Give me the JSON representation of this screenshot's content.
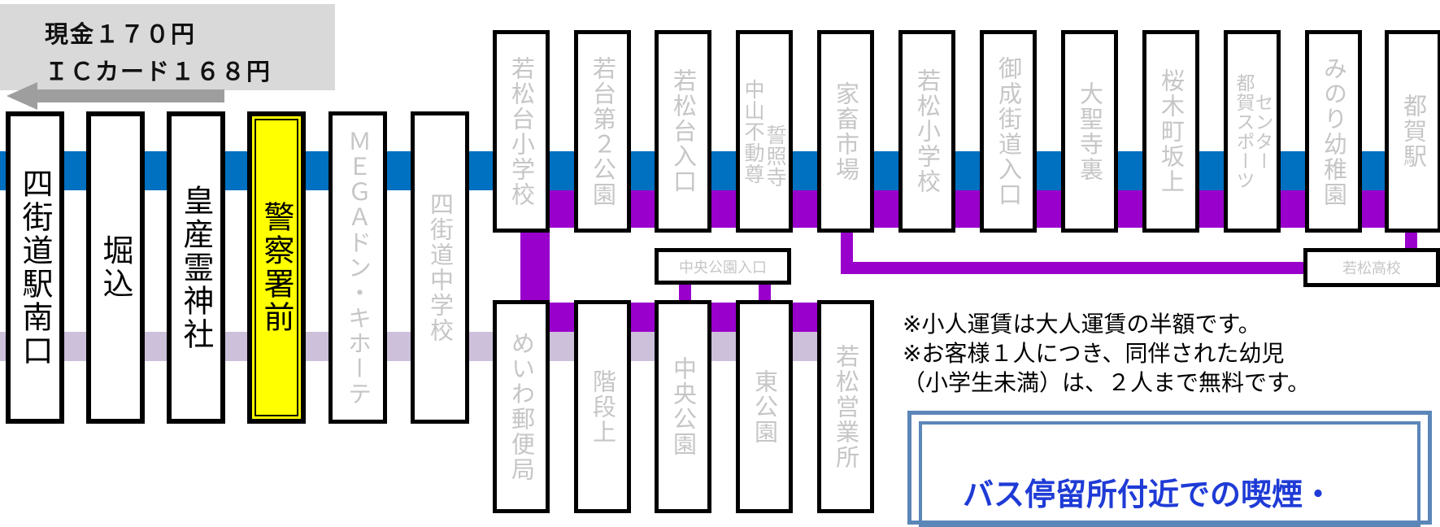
{
  "fare": {
    "cash": "現金１７０円",
    "ic_card": "ＩＣカード１６８円"
  },
  "colors": {
    "line_blue": "#0070c0",
    "line_purple": "#9900cc",
    "line_lavender": "#ccc0da",
    "current_stop": "#ffff00",
    "inactive_text": "#c6c6c6",
    "notice_border": "#5b86b8",
    "notice_text": "#1f3bd6",
    "arrow": "#9e9e9e"
  },
  "stops": {
    "s1": "四街道駅南口",
    "s2": "堀込",
    "s3": "皇産霊神社",
    "s4": "警察署前",
    "s5": "ＭＥＧＡドン・キホーテ",
    "s6": "四街道中学校",
    "s7": "若松台小学校",
    "s8": "若台第２公園",
    "s9": "若松台入口",
    "s10a": "中山不動尊",
    "s10b": "誓照寺",
    "s11": "家畜市場",
    "s12": "若松小学校",
    "s13": "御成街道入口",
    "s14": "大聖寺裏",
    "s15": "桜木町坂上",
    "s16a": "都賀スポーツ",
    "s16b": "センター",
    "s17": "みのり幼稚園",
    "s18": "都賀駅",
    "b1": "めいわ郵便局",
    "b2": "階段上",
    "b3": "中央公園",
    "b4": "東公園",
    "b5": "若松営業所",
    "h1": "中央公園入口",
    "h2": "若松高校"
  },
  "notes": {
    "line1": "※小人運賃は大人運賃の半額です。",
    "line2": "※お客様１人につき、同伴された幼児",
    "line3": "（小学生未満）は、２人まで無料です。"
  },
  "notice": {
    "text": "バス停留所付近での喫煙・"
  }
}
